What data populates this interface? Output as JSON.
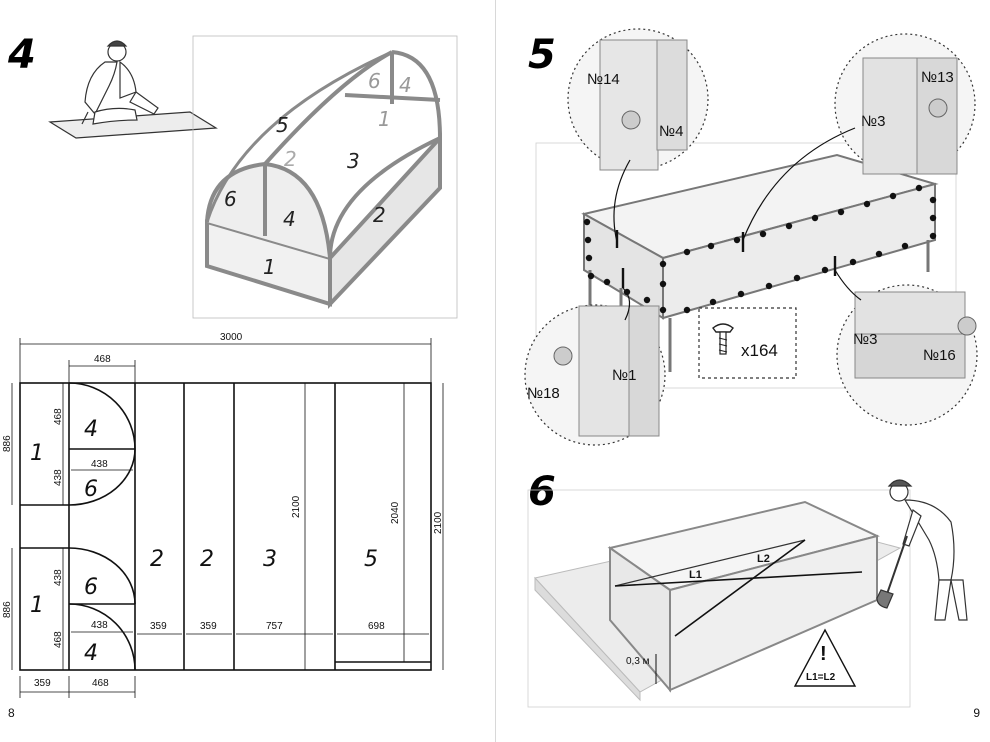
{
  "left_page": {
    "step_number": "4",
    "page_number": "8",
    "iso_part_labels": [
      "1",
      "2",
      "3",
      "4",
      "5",
      "6",
      "1",
      "2",
      "4",
      "6"
    ],
    "cut_plan": {
      "overall_width": "3000",
      "overall_height": "2100",
      "top_strip_width": "468",
      "strip1_height_a": "886",
      "strip1_height_b": "886",
      "arch_dims": {
        "d468a": "468",
        "d438a": "438",
        "d438b": "438",
        "d438c": "438",
        "d438d": "438",
        "d468b": "468"
      },
      "bottom_widths": [
        "359",
        "468"
      ],
      "panel_widths": [
        "359",
        "359",
        "757",
        "698"
      ],
      "panel_heights": {
        "p3": "2100",
        "p5": "2040"
      },
      "part_labels": {
        "a": "1",
        "b": "4",
        "c": "6",
        "d": "1",
        "e": "6",
        "f": "4",
        "g": "2",
        "h": "2",
        "i": "3",
        "j": "5"
      }
    }
  },
  "right_page": {
    "step5_number": "5",
    "step6_number": "6",
    "page_number": "9",
    "callouts": {
      "top_left": {
        "outer": "№14",
        "inner": "№4"
      },
      "top_right": {
        "outer": "№13",
        "inner": "№3"
      },
      "bottom_left": {
        "outer": "№18",
        "inner": "№1"
      },
      "bottom_right": {
        "outer": "№16",
        "inner": "№3"
      }
    },
    "screw_count": "x164",
    "step6": {
      "diag1": "L1",
      "diag2": "L2",
      "depth": "0,3 м",
      "warning_mark": "!",
      "warning_text": "L1=L2"
    }
  },
  "colors": {
    "ink": "#111111",
    "panel_fill": "#e9e9e9",
    "bg": "#ffffff",
    "frame": "#8a8a8a"
  }
}
